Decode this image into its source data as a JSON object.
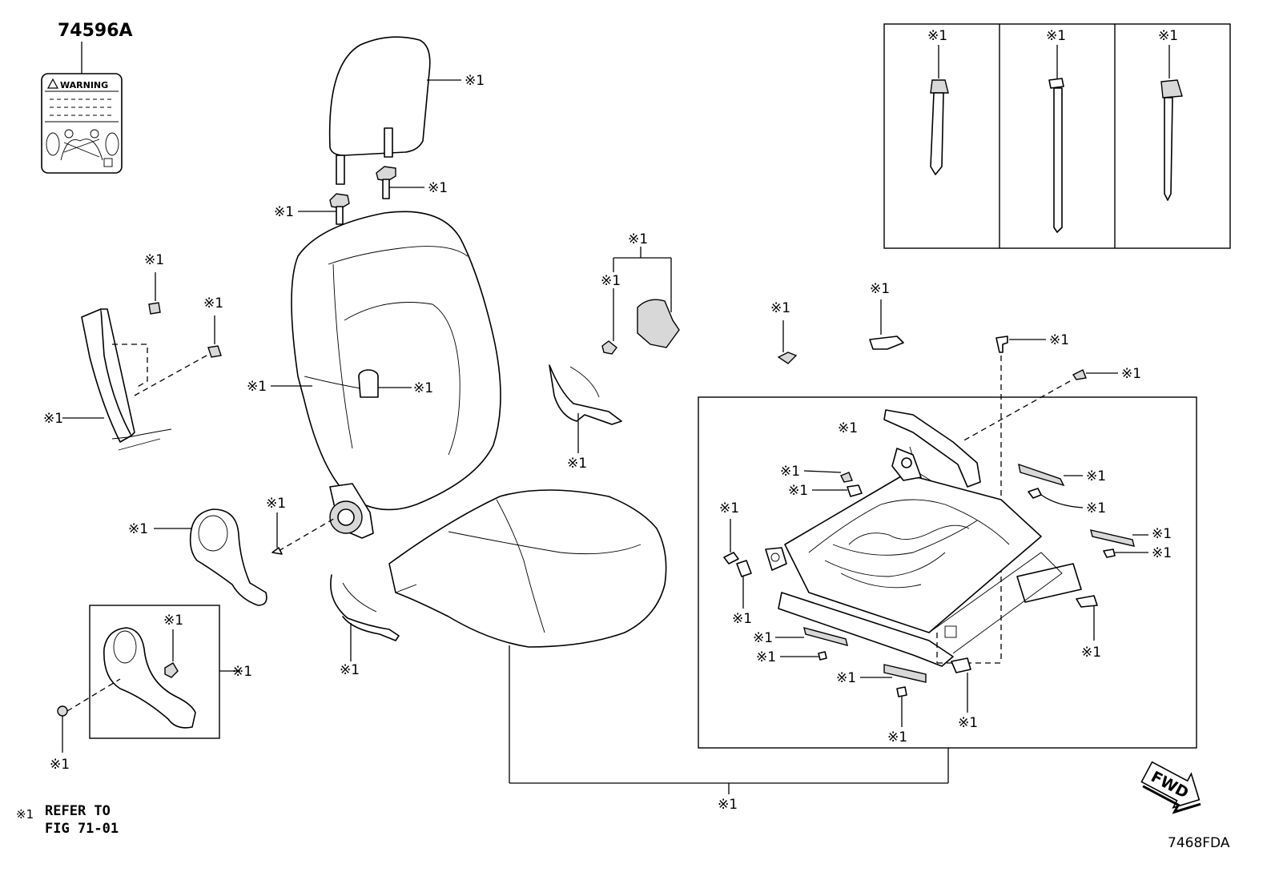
{
  "callout": "※1",
  "part_number": "74596A",
  "warning_label_text": "WARNING",
  "note": {
    "symbol": "※1",
    "line1": "REFER TO",
    "line2": "FIG 71-01"
  },
  "fwd_arrow_label": "FWD",
  "figure_code": "7468FDA"
}
